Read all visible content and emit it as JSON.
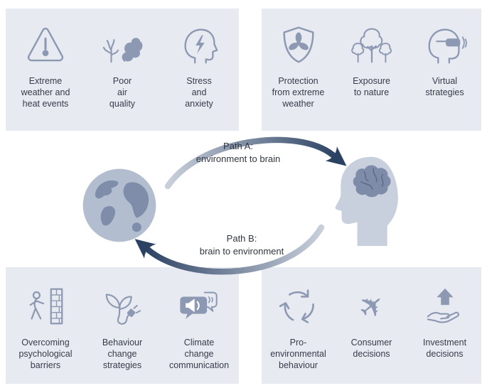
{
  "colors": {
    "panel_bg": "#e7eaf0",
    "icon": "#8d99b3",
    "icon_dark": "#6e7c99",
    "arrow_dark": "#2c4263",
    "arrow_light": "#c9d0dc",
    "text": "#363c49"
  },
  "panels": {
    "top_left": {
      "items": [
        {
          "icon": "extreme-weather-icon",
          "label": "Extreme\nweather and\nheat events"
        },
        {
          "icon": "poor-air-quality-icon",
          "label": "Poor\nair\nquality"
        },
        {
          "icon": "stress-anxiety-icon",
          "label": "Stress\nand\nanxiety"
        }
      ]
    },
    "top_right": {
      "items": [
        {
          "icon": "shield-fan-icon",
          "label": "Protection\nfrom extreme\nweather"
        },
        {
          "icon": "trees-icon",
          "label": "Exposure\nto nature"
        },
        {
          "icon": "vr-headset-icon",
          "label": "Virtual\nstrategies"
        }
      ]
    },
    "bottom_left": {
      "items": [
        {
          "icon": "person-door-icon",
          "label": "Overcoming\npsychological\nbarriers"
        },
        {
          "icon": "plant-plug-icon",
          "label": "Behaviour\nchange\nstrategies"
        },
        {
          "icon": "speech-megaphone-icon",
          "label": "Climate\nchange\ncommunication"
        }
      ]
    },
    "bottom_right": {
      "items": [
        {
          "icon": "recycle-icon",
          "label": "Pro-\nenvironmental\nbehaviour"
        },
        {
          "icon": "airplane-icon",
          "label": "Consumer\ndecisions"
        },
        {
          "icon": "hand-arrow-icon",
          "label": "Investment\ndecisions"
        }
      ]
    }
  },
  "center": {
    "path_a_label": "Path A:\nenvironment to brain",
    "path_b_label": "Path B:\nbrain to environment",
    "left_node": "earth-globe",
    "right_node": "head-with-brain"
  }
}
